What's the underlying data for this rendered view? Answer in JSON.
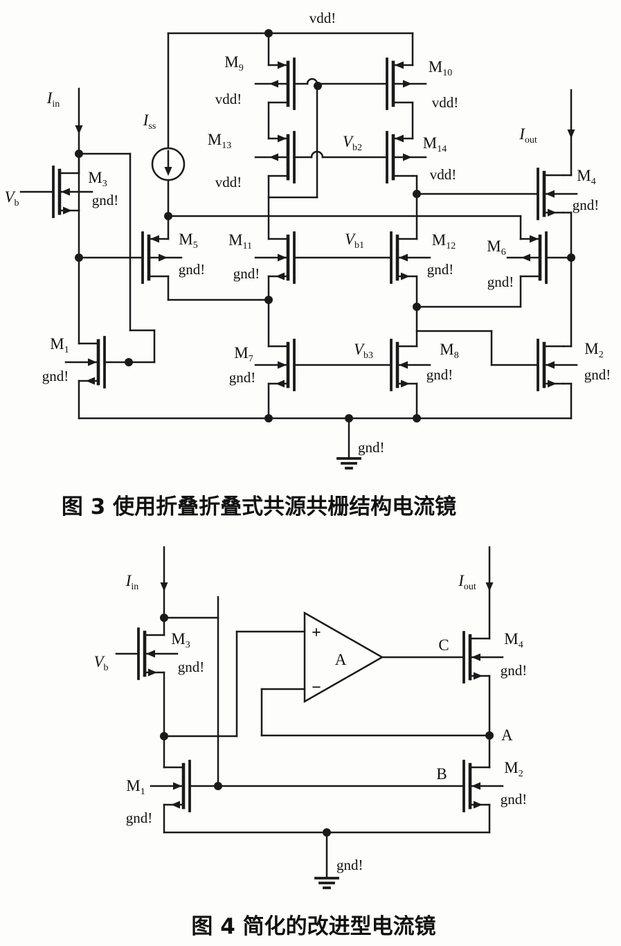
{
  "figure3": {
    "caption": "图 3  使用折叠折叠式共源共栅结构电流镜",
    "supply": {
      "vdd": "vdd!"
    },
    "gnd_label": "gnd!",
    "currents": {
      "iin": {
        "base": "I",
        "sub": "in"
      },
      "iss": {
        "base": "I",
        "sub": "ss"
      },
      "iout": {
        "base": "I",
        "sub": "out"
      }
    },
    "bias": {
      "vb": {
        "base": "V",
        "sub": "b"
      },
      "vb1": {
        "base": "V",
        "sub": "b1"
      },
      "vb2": {
        "base": "V",
        "sub": "b2"
      },
      "vb3": {
        "base": "V",
        "sub": "b3"
      }
    },
    "transistors": {
      "m1": {
        "base": "M",
        "sub": "1",
        "bulk": "gnd!"
      },
      "m2": {
        "base": "M",
        "sub": "2",
        "bulk": "gnd!"
      },
      "m3": {
        "base": "M",
        "sub": "3",
        "bulk": "gnd!"
      },
      "m4": {
        "base": "M",
        "sub": "4",
        "bulk": "gnd!"
      },
      "m5": {
        "base": "M",
        "sub": "5",
        "bulk": "gnd!"
      },
      "m6": {
        "base": "M",
        "sub": "6",
        "bulk": "gnd!"
      },
      "m7": {
        "base": "M",
        "sub": "7",
        "bulk": "gnd!"
      },
      "m8": {
        "base": "M",
        "sub": "8",
        "bulk": "gnd!"
      },
      "m9": {
        "base": "M",
        "sub": "9",
        "bulk": "vdd!"
      },
      "m10": {
        "base": "M",
        "sub": "10",
        "bulk": "vdd!"
      },
      "m11": {
        "base": "M",
        "sub": "11",
        "bulk": "gnd!"
      },
      "m12": {
        "base": "M",
        "sub": "12",
        "bulk": "gnd!"
      },
      "m13": {
        "base": "M",
        "sub": "13",
        "bulk": "vdd!"
      },
      "m14": {
        "base": "M",
        "sub": "14",
        "bulk": "vdd!"
      }
    }
  },
  "figure4": {
    "caption": "图 4  简化的改进型电流镜",
    "gnd_label": "gnd!",
    "currents": {
      "iin": {
        "base": "I",
        "sub": "in"
      },
      "iout": {
        "base": "I",
        "sub": "out"
      }
    },
    "bias": {
      "vb": {
        "base": "V",
        "sub": "b"
      }
    },
    "opamp": {
      "plus": "+",
      "minus": "−",
      "gain": "A"
    },
    "nodes": {
      "a": "A",
      "b": "B",
      "c": "C"
    },
    "transistors": {
      "m1": {
        "base": "M",
        "sub": "1",
        "bulk": "gnd!"
      },
      "m2": {
        "base": "M",
        "sub": "2",
        "bulk": "gnd!"
      },
      "m3": {
        "base": "M",
        "sub": "3",
        "bulk": "gnd!"
      },
      "m4": {
        "base": "M",
        "sub": "4",
        "bulk": "gnd!"
      }
    }
  }
}
